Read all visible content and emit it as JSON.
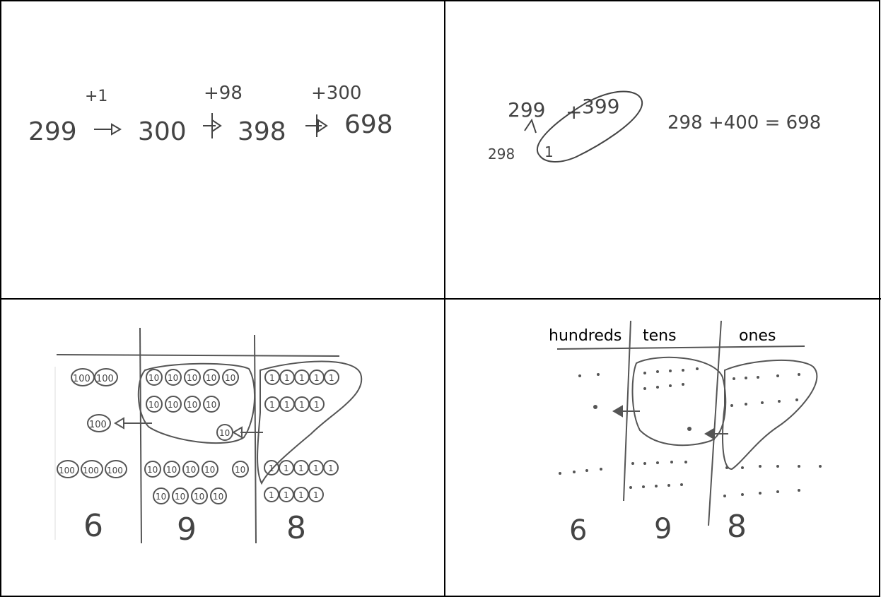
{
  "panel1": {
    "start": "299",
    "steps": [
      {
        "op": "+1",
        "result": "300"
      },
      {
        "op": "+98",
        "result": "398"
      },
      {
        "op": "+300",
        "result": "698"
      }
    ]
  },
  "panel2": {
    "expr_left": "299",
    "expr_plus": "+",
    "expr_right": "399",
    "decomposed": "298",
    "extracted": "1",
    "equation": "298 +400 = 698"
  },
  "panel3": {
    "row_top": {
      "hundreds": [
        "100",
        "100"
      ],
      "tens": [
        "10",
        "10",
        "10",
        "10",
        "10",
        "10",
        "10",
        "10",
        "10"
      ],
      "ones": [
        "1",
        "1",
        "1",
        "1",
        "1",
        "1",
        "1",
        "1",
        "1"
      ]
    },
    "moved_hundred": "100",
    "moved_ten": "10",
    "row_bottom": {
      "hundreds": [
        "100",
        "100",
        "100"
      ],
      "tens": [
        "10",
        "10",
        "10",
        "10",
        "10",
        "10",
        "10",
        "10",
        "10"
      ],
      "ones": [
        "1",
        "1",
        "1",
        "1",
        "1",
        "1",
        "1",
        "1",
        "1"
      ]
    },
    "digits": [
      "6",
      "9",
      "8"
    ]
  },
  "panel4": {
    "headers": [
      "hundreds",
      "tens",
      "ones"
    ],
    "digits": [
      "6",
      "9",
      "8"
    ]
  }
}
